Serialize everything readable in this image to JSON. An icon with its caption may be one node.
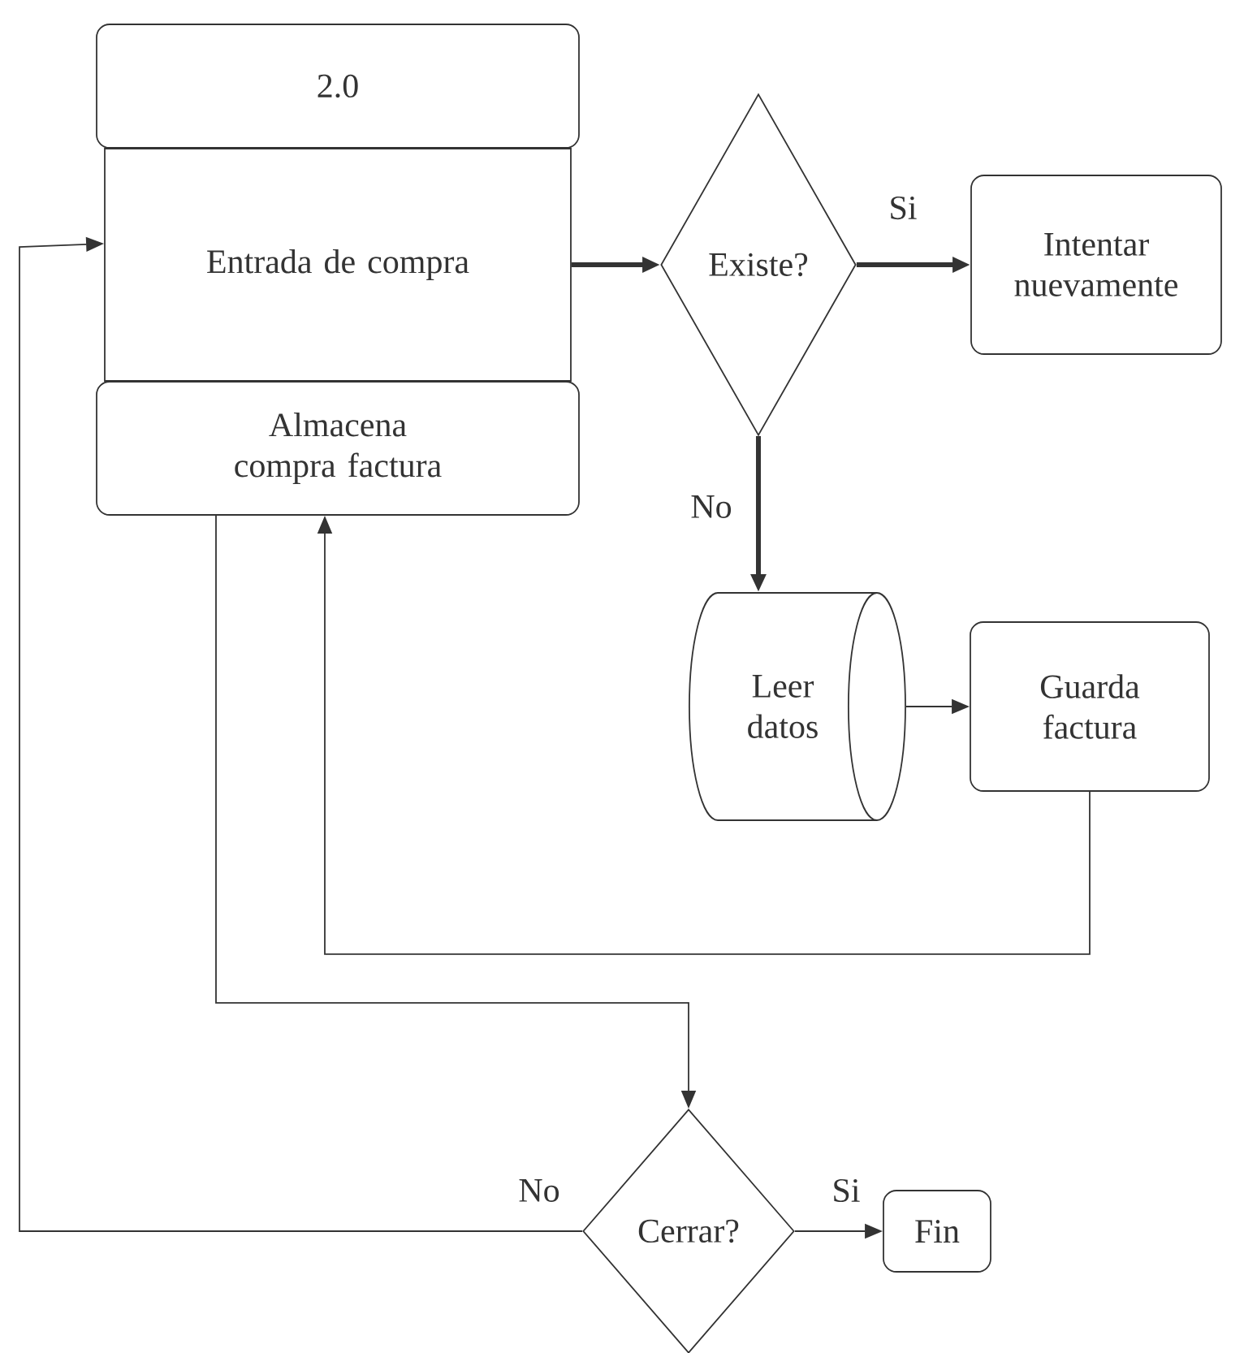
{
  "diagram": {
    "nodes": [
      {
        "text": [
          "2.0"
        ]
      },
      {
        "text": [
          "Entrada de compra"
        ]
      },
      {
        "text": [
          "Almacena compra factura"
        ]
      },
      {
        "text": [
          "Existe?"
        ]
      },
      {
        "text": [
          "Intentar nuevamente"
        ]
      },
      {
        "text": [
          "Leer datos"
        ]
      },
      {
        "text": [
          "Guarda factura"
        ]
      },
      {
        "text": [
          "Cerrar?"
        ]
      },
      {
        "text": [
          "Fin"
        ]
      }
    ],
    "edges": [
      {
        "from": 1,
        "to": 3,
        "arrow": "to",
        "style": "thick"
      },
      {
        "from": 3,
        "to": 4,
        "arrow": "to",
        "style": "thick",
        "label": "Si"
      },
      {
        "from": 3,
        "to": 5,
        "arrow": "to",
        "style": "thick",
        "label": "No"
      },
      {
        "from": 5,
        "to": 6,
        "arrow": "to"
      },
      {
        "from": 6,
        "to": 2,
        "arrow": "to"
      },
      {
        "from": 2,
        "to": 7,
        "arrow": "to"
      },
      {
        "from": 7,
        "to": 1,
        "arrow": "to",
        "label": "No"
      },
      {
        "from": 7,
        "to": 8,
        "arrow": "to",
        "label": "Si"
      }
    ]
  }
}
